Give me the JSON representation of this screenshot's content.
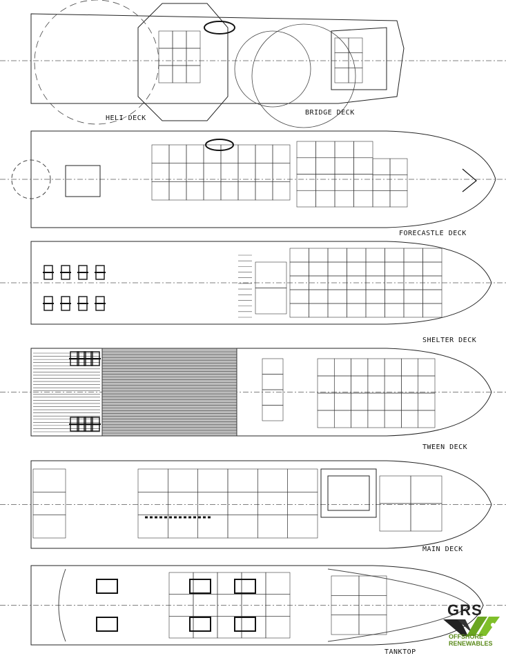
{
  "drawing": {
    "decks": [
      {
        "id": "heli",
        "label": "HELI DECK"
      },
      {
        "id": "bridge",
        "label": "BRIDGE DECK"
      },
      {
        "id": "forecastle",
        "label": "FORECASTLE DECK"
      },
      {
        "id": "shelter",
        "label": "SHELTER DECK"
      },
      {
        "id": "tween",
        "label": "TWEEN DECK"
      },
      {
        "id": "main",
        "label": "MAIN DECK"
      },
      {
        "id": "tanktop",
        "label": "TANKTOP"
      }
    ]
  },
  "logo": {
    "name": "GRS",
    "line1": "OFFSHORE",
    "line2": "RENEWABLES",
    "green": "#6aa521",
    "dark": "#222222"
  }
}
